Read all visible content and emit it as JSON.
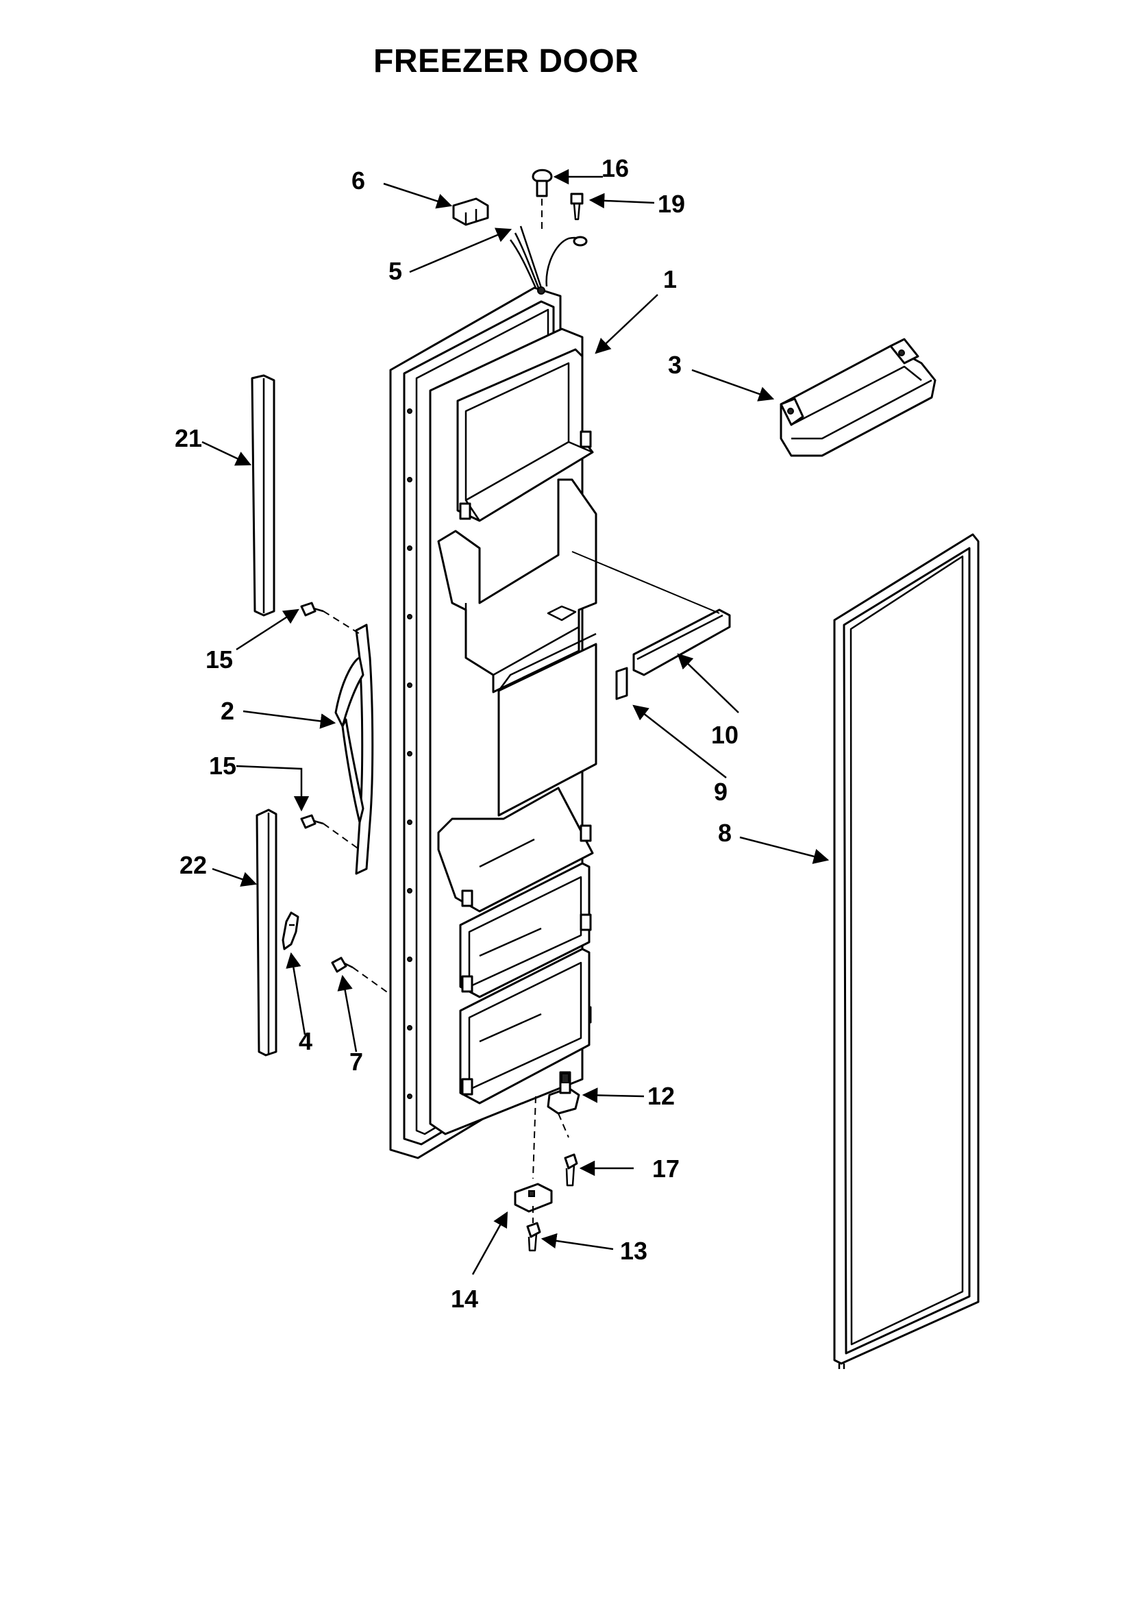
{
  "title": "FREEZER DOOR",
  "callouts": [
    {
      "id": "1",
      "text": "1"
    },
    {
      "id": "2",
      "text": "2"
    },
    {
      "id": "3",
      "text": "3"
    },
    {
      "id": "4",
      "text": "4"
    },
    {
      "id": "5",
      "text": "5"
    },
    {
      "id": "6",
      "text": "6"
    },
    {
      "id": "7",
      "text": "7"
    },
    {
      "id": "8",
      "text": "8"
    },
    {
      "id": "9",
      "text": "9"
    },
    {
      "id": "10",
      "text": "10"
    },
    {
      "id": "12",
      "text": "12"
    },
    {
      "id": "13",
      "text": "13"
    },
    {
      "id": "14",
      "text": "14"
    },
    {
      "id": "15a",
      "text": "15"
    },
    {
      "id": "15b",
      "text": "15"
    },
    {
      "id": "16",
      "text": "16"
    },
    {
      "id": "17",
      "text": "17"
    },
    {
      "id": "19",
      "text": "19"
    },
    {
      "id": "21",
      "text": "21"
    },
    {
      "id": "22",
      "text": "22"
    }
  ]
}
